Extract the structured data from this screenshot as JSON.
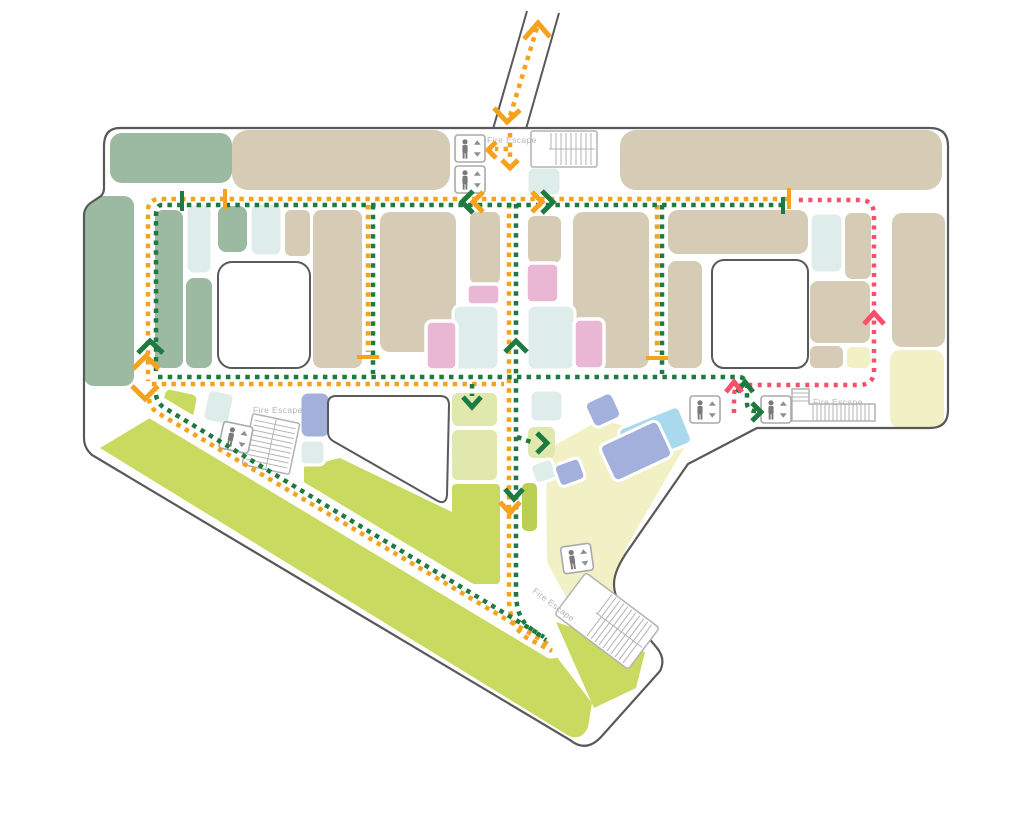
{
  "map": {
    "kind": "building floor plan with circulation routes",
    "labels": {
      "fire_escape": "Fire Escape"
    },
    "routes": [
      {
        "name": "orange-route",
        "color": "#F5A21E",
        "style": "dotted"
      },
      {
        "name": "green-route",
        "color": "#1D7A40",
        "style": "dotted"
      },
      {
        "name": "pink-route",
        "color": "#F8506B",
        "style": "dotted"
      }
    ],
    "zone_colors": {
      "tan": "#D6CCB6",
      "sage": "#9CB9A1",
      "pale_cyan": "#DFEDEA",
      "pink": "#E9B7D3",
      "lime": "#C9DA60",
      "dark_lime": "#BCCF55",
      "pale_lime": "#E0E8AE",
      "pale_yellow": "#F2F0C5",
      "periwinkle": "#A3B0DB",
      "sky_blue": "#A8D9EC"
    },
    "outline_color": "#58595B",
    "icon_color": "#ABABAB",
    "icons": [
      "elevator-icon",
      "stairs-icon"
    ]
  }
}
